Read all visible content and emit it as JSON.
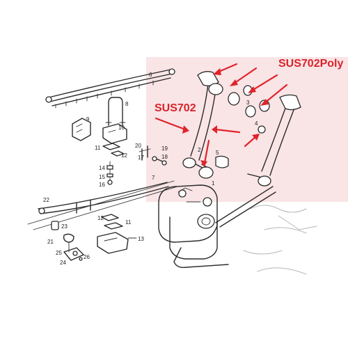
{
  "callouts": {
    "sus702": "SUS702",
    "sus702poly": "SUS702Poly"
  },
  "part_numbers": {
    "n1": "1",
    "n2": "2",
    "n3": "3",
    "n4": "4",
    "n5": "5",
    "n6": "6",
    "n7": "7",
    "n8": "8",
    "n9": "9",
    "n10": "10",
    "n11": "11",
    "n11b": "11",
    "n12": "12",
    "n12b": "12",
    "n13": "13",
    "n14": "14",
    "n15": "15",
    "n16": "16",
    "n17": "17",
    "n19": "19",
    "n20": "20",
    "n21": "21",
    "n22": "22",
    "n23": "23",
    "n24": "24",
    "n25": "25",
    "n26": "26"
  },
  "colors": {
    "highlight": "#f9e4e6",
    "callout_red": "#d8242a",
    "line": "#2a2a2a"
  }
}
